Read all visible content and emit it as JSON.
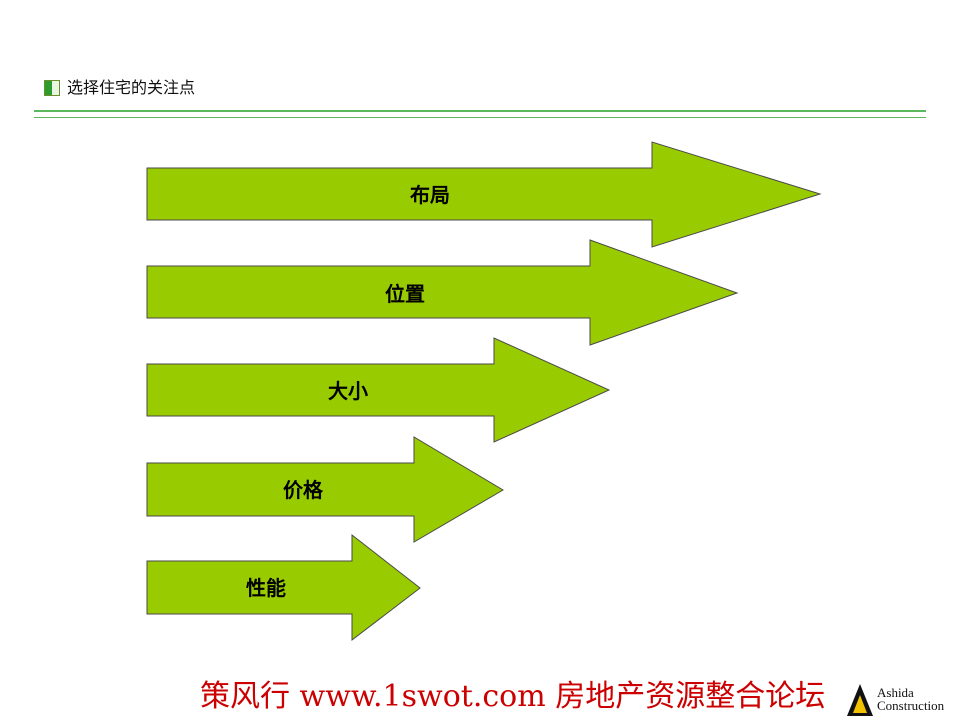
{
  "header": {
    "title": "选择住宅的关注点"
  },
  "arrows": [
    {
      "label": "布局"
    },
    {
      "label": "位置"
    },
    {
      "label": "大小"
    },
    {
      "label": "价格"
    },
    {
      "label": "性能"
    }
  ],
  "footer": {
    "text": "策风行 www.1swot.com 房地产资源整合论坛"
  },
  "logo": {
    "line1": "Ashida",
    "line2": "Construction"
  },
  "colors": {
    "arrow_fill": "#99cc00",
    "rule": "#5cb85c",
    "footer": "#cc0000"
  }
}
